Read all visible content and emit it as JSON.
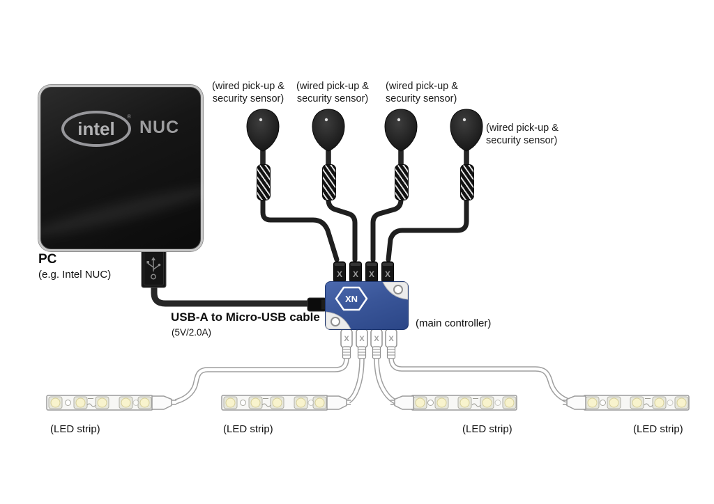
{
  "pc": {
    "logo_text": "intel",
    "logo_reg": "®",
    "model": "NUC",
    "caption_title": "PC",
    "caption_subtitle": "(e.g. Intel NUC)"
  },
  "usb_cable": {
    "label": "USB-A to Micro-USB cable",
    "spec": "(5V/2.0A)"
  },
  "controller": {
    "logo": "XN",
    "caption": "(main controller)",
    "port_marking": "X"
  },
  "sensors": {
    "labels": [
      {
        "line1": "(wired pick-up &",
        "line2": "security sensor)"
      },
      {
        "line1": "(wired pick-up &",
        "line2": "security sensor)"
      },
      {
        "line1": "(wired pick-up &",
        "line2": "security sensor)"
      },
      {
        "line1": "(wired pick-up &",
        "line2": "security sensor)"
      }
    ]
  },
  "led_strips": {
    "labels": [
      "(LED strip)",
      "(LED strip)",
      "(LED strip)",
      "(LED strip)"
    ]
  },
  "colors": {
    "background": "#ffffff",
    "controller_blue": "#3a5699",
    "nuc_black": "#141414",
    "cable_black": "#1f1f1f",
    "led_cable_white": "#ffffff",
    "led_warm_white": "#f8f3cd",
    "label_text": "#1b1b1b"
  }
}
